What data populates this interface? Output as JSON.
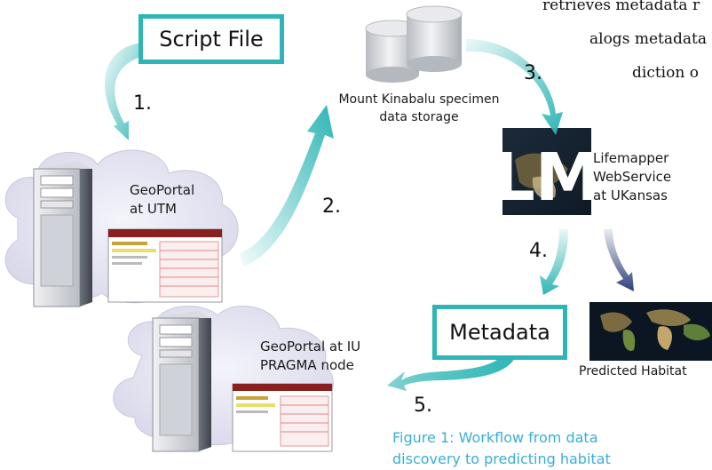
{
  "labels": {
    "script_file": "Script File",
    "metadata": "Metadata",
    "specimen_storage": [
      "Mount Kinabalu specimen",
      "data storage"
    ],
    "geoportal_utm": [
      "GeoPortal",
      "at UTM"
    ],
    "geoportal_iu": [
      "GeoPortal at IU",
      "PRAGMA node"
    ],
    "lifemapper": [
      "Lifemapper",
      "WebService",
      "at UKansas"
    ],
    "lifemapper_logo": "LM",
    "predicted": "Predicted Habitat"
  },
  "steps": [
    "1.",
    "2.",
    "3.",
    "4.",
    "5."
  ],
  "side_text": [
    "retrieves metadata r",
    "alogs metadata",
    "diction o"
  ],
  "caption": [
    "Figure 1: Workflow from data",
    "discovery to predicting habitat"
  ],
  "colors": {
    "box_border": "#2fb5b5",
    "arrow_teal": "#2fb5b5",
    "arrow_navy": "#2d3f7c",
    "caption": "#3aaed8"
  }
}
